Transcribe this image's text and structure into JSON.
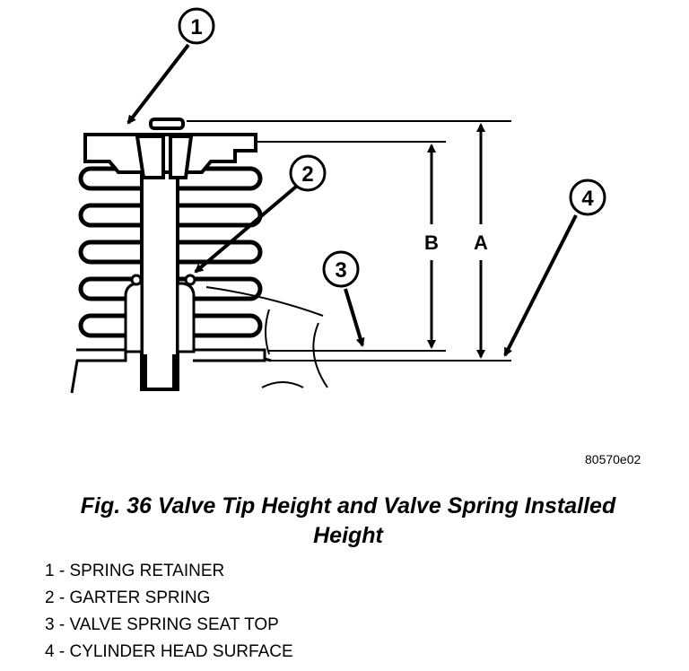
{
  "diagram": {
    "callouts": [
      "1",
      "2",
      "3",
      "4"
    ],
    "dimensions": [
      "B",
      "A"
    ],
    "figure_code": "80570e02"
  },
  "caption": {
    "line1": "Fig. 36 Valve Tip Height and Valve Spring Installed",
    "line2": "Height"
  },
  "legend": [
    {
      "num": "1",
      "sep": " - ",
      "text": "SPRING RETAINER"
    },
    {
      "num": "2",
      "sep": " - ",
      "text": "GARTER SPRING"
    },
    {
      "num": "3",
      "sep": " - ",
      "text": "VALVE SPRING SEAT TOP"
    },
    {
      "num": "4",
      "sep": " - ",
      "text": "CYLINDER HEAD SURFACE"
    }
  ]
}
